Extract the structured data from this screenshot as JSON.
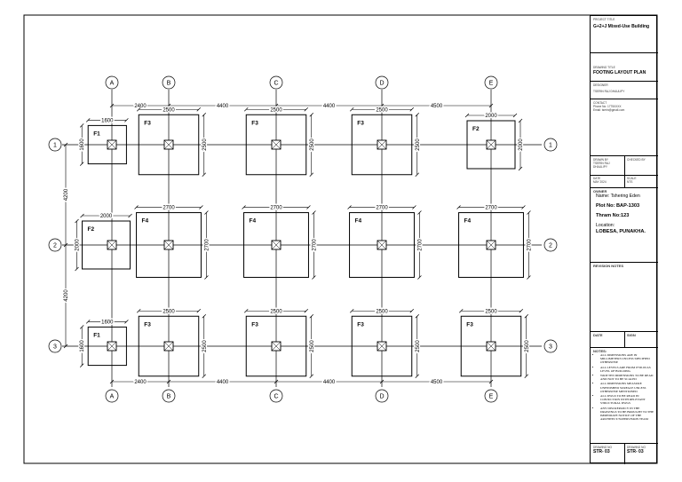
{
  "drawing": {
    "grid_columns": [
      "A",
      "B",
      "C",
      "D",
      "E"
    ],
    "grid_rows": [
      "1",
      "2",
      "3"
    ],
    "column_spacings": [
      "2400",
      "4400",
      "4400",
      "4500"
    ],
    "row_spacings": [
      "4200",
      "4200"
    ],
    "footings": {
      "row1": [
        {
          "mark": "F1",
          "width": "1600",
          "depth": "1600"
        },
        {
          "mark": "F3",
          "width": "2500",
          "depth": "2500"
        },
        {
          "mark": "F3",
          "width": "2500",
          "depth": "2500"
        },
        {
          "mark": "F3",
          "width": "2500",
          "depth": "2500"
        },
        {
          "mark": "F2",
          "width": "2000",
          "depth": "2000"
        }
      ],
      "row2": [
        {
          "mark": "F2",
          "width": "2000",
          "depth": "2000"
        },
        {
          "mark": "F4",
          "width": "2700",
          "depth": "2700"
        },
        {
          "mark": "F4",
          "width": "2700",
          "depth": "2700"
        },
        {
          "mark": "F4",
          "width": "2700",
          "depth": "2700"
        },
        {
          "mark": "F4",
          "width": "2700",
          "depth": "2700"
        }
      ],
      "row3": [
        {
          "mark": "F1",
          "width": "1600",
          "depth": "1600"
        },
        {
          "mark": "F3",
          "width": "2500",
          "depth": "2500"
        },
        {
          "mark": "F3",
          "width": "2500",
          "depth": "2500"
        },
        {
          "mark": "F3",
          "width": "2500",
          "depth": "2500"
        },
        {
          "mark": "F3",
          "width": "2500",
          "depth": "2500"
        }
      ]
    }
  },
  "title_block": {
    "project_label": "PROJECT TITLE",
    "project_title": "G+2+J Mixed-Use Building",
    "drawing_label": "DRAWING TITLE",
    "drawing_title": "FOOTING LAYOUT PLAN",
    "designer_label": "DESIGNER",
    "designer_name": "TSERIN RAJ DHAULIPY",
    "contact_label": "CONTACT",
    "contact_phone": "Phone No: 1775XXXX",
    "contact_email": "Email: tserin@gmail.com",
    "drawn_label": "DRAWN BY",
    "drawn_name": "TSERIN RAJ DHAULIPY",
    "checked_label": "CHECKED BY",
    "date_label": "DATE",
    "date_value": "MAY 2024",
    "scale_label": "SCALE",
    "scale_value": "NTS",
    "owner_label": "OWNER",
    "owner_name": "Name: Tshering Eden",
    "plot_no": "Plot No: BAP-1303",
    "thram_no": "Thram No:123",
    "location_label": "Location:",
    "location_value": "LOBESA, PUNAKHA.",
    "revision_label": "REVISION NOTES",
    "rev_date_label": "DATE",
    "rev_sign_label": "SIGN",
    "notes_label": "NOTES:",
    "notes": [
      "ALL DIMENSIONS ARE IN MILLIMETERS UNLESS SPECIFIED OTHERWISE",
      "ALL LEVELS ARE FROM 0+00.00 AS LEVEL OF BUILDING",
      "WRITTEN DIMENSIONS TO BE READ AND NOT TO BE SCALED",
      "ALL DIMENSIONS MEASURE UNFINISHED SURFACE UNLESS OTHERWISE MENTIONED",
      "ALL DWGS TO BE READ IN CONJUCTION WITH RELEVANT STRUCTURAL DWGS",
      "ANY DISCREPANCY IN THE DRAWINGS TO BE BROUGHT TO THE IMMEDIATE NOTICE OF THE ARCHITECT/SUPERVISION TEAM"
    ],
    "drawing_no_label": "DRAWING NO",
    "drawing_no": "STR- 03",
    "sheet_no_label": "DRAWING NO",
    "sheet_no": "STR- 03"
  }
}
